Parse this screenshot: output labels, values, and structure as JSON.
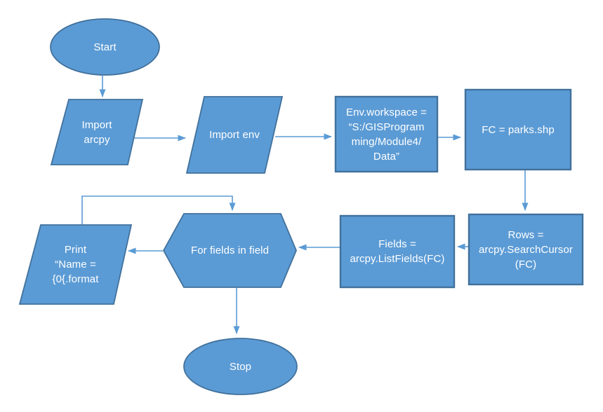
{
  "flowchart": {
    "nodes": {
      "start": {
        "shape": "ellipse",
        "lines": [
          "Start"
        ]
      },
      "import_arcpy": {
        "shape": "parallelogram",
        "lines": [
          "Import",
          "arcpy"
        ]
      },
      "import_env": {
        "shape": "parallelogram",
        "lines": [
          "Import env"
        ]
      },
      "env_workspace": {
        "shape": "rectangle",
        "lines": [
          "Env.workspace =",
          "“S:/GISProgram",
          "ming/Module4/",
          "Data”"
        ]
      },
      "fc": {
        "shape": "rectangle",
        "lines": [
          "FC = parks.shp"
        ]
      },
      "rows": {
        "shape": "rectangle",
        "lines": [
          "Rows =",
          "arcpy.SearchCursor",
          "(FC)"
        ]
      },
      "fields": {
        "shape": "rectangle",
        "lines": [
          "Fields =",
          "arcpy.ListFields(FC)"
        ]
      },
      "for_fields": {
        "shape": "hexagon",
        "lines": [
          "For fields in field"
        ]
      },
      "print": {
        "shape": "parallelogram",
        "lines": [
          "Print",
          "“Name =",
          "{0{.format"
        ]
      },
      "stop": {
        "shape": "ellipse",
        "lines": [
          "Stop"
        ]
      }
    },
    "colors": {
      "shape_fill": "#5b9bd5",
      "shape_border": "#41719c",
      "connector": "#5b9bd5",
      "text": "#ffffff",
      "canvas_background": "#ffffff"
    }
  }
}
